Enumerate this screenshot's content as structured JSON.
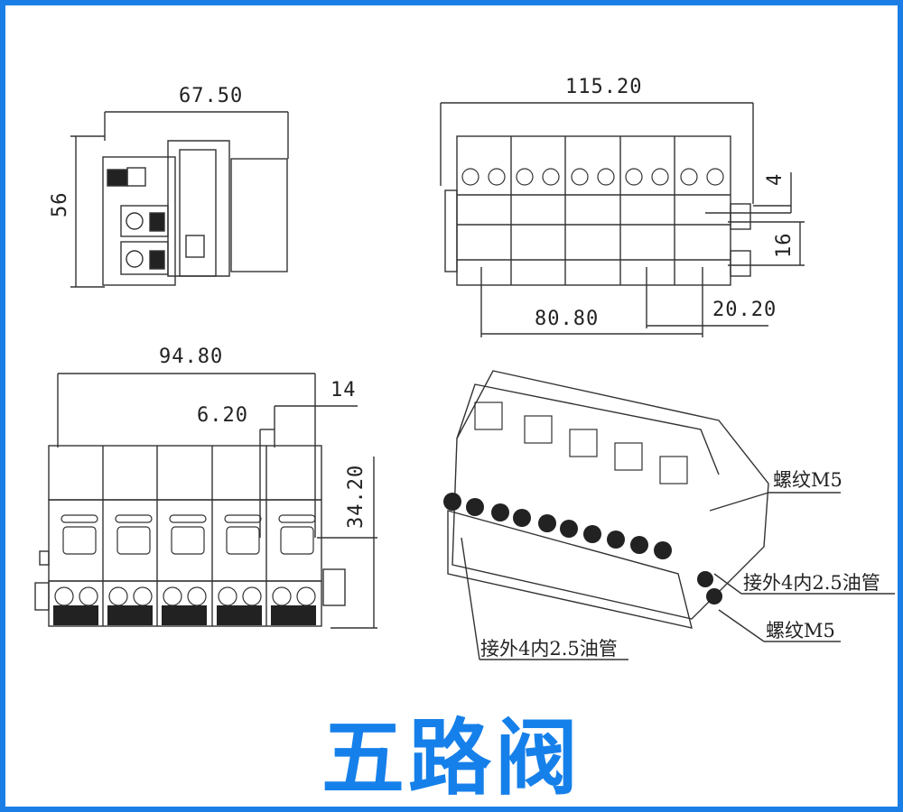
{
  "title": "五路阀",
  "colors": {
    "accent": "#1b7ee6",
    "title": "#1680ea"
  },
  "side_view": {
    "width_dim": "67.50",
    "height_dim": "56"
  },
  "top_view": {
    "width_dim": "115.20",
    "dim_4": "4",
    "dim_16": "16",
    "dim_80": "80.80",
    "dim_20": "20.20"
  },
  "front_view": {
    "width_dim": "94.80",
    "dim_14": "14",
    "dim_6": "6.20",
    "height_dim": "34.20"
  },
  "iso_view": {
    "note_thread_top": "螺纹M5",
    "note_tube_right": "接外4内2.5油管",
    "note_thread_bottom": "螺纹M5",
    "note_tube_left": "接外4内2.5油管"
  }
}
